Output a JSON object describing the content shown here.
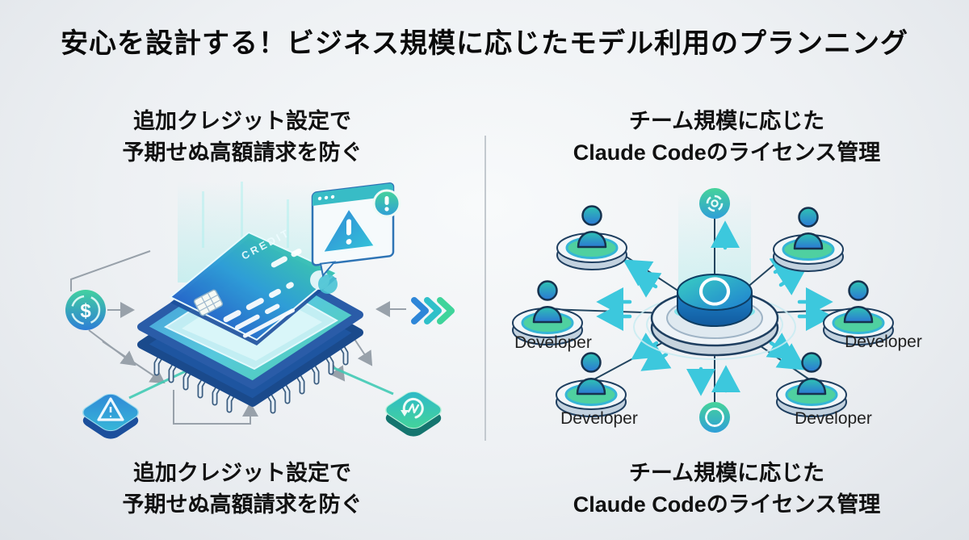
{
  "title": "安心を設計する！ビジネス規模に応じたモデル利用のプランニング",
  "left_panel": {
    "heading": {
      "line1": "追加クレジット設定で",
      "line2": "予期せぬ高額請求を防ぐ"
    },
    "caption": {
      "line1": "追加クレジット設定で",
      "line2": "予期せぬ高額請求を防ぐ"
    },
    "card_label": "CREDIT"
  },
  "right_panel": {
    "heading": {
      "line1": "チーム規模に応じた",
      "line2": "Claude Codeのライセンス管理"
    },
    "caption": {
      "line1": "チーム規模に応じた",
      "line2": "Claude Codeのライセンス管理"
    },
    "developer_labels": [
      "Developer",
      "Developer",
      "Developer",
      "Developer"
    ]
  },
  "icons": {
    "dollar_coin_symbol": "$",
    "alert_window": "browser window with warning triangle",
    "warning_diamond": "warning triangle on isometric tile",
    "sync_diamond": "circular sync arrow on isometric tile",
    "chevrons": "triple chevron arrows",
    "hub_logo": "ai swirl logo",
    "top_badge": "orbit-refresh badge",
    "bottom_badge": "ai swirl badge"
  },
  "colors": {
    "background_light": "#f8fafb",
    "background_dark": "#dfe3e8",
    "accent_blue": "#2b6cd4",
    "accent_teal": "#2fc0c9",
    "accent_green": "#3fd49b",
    "outline_navy": "#1f3f60",
    "line_gray": "#98a1aa",
    "divider": "#c3c9cf",
    "text_dark": "#101010"
  }
}
